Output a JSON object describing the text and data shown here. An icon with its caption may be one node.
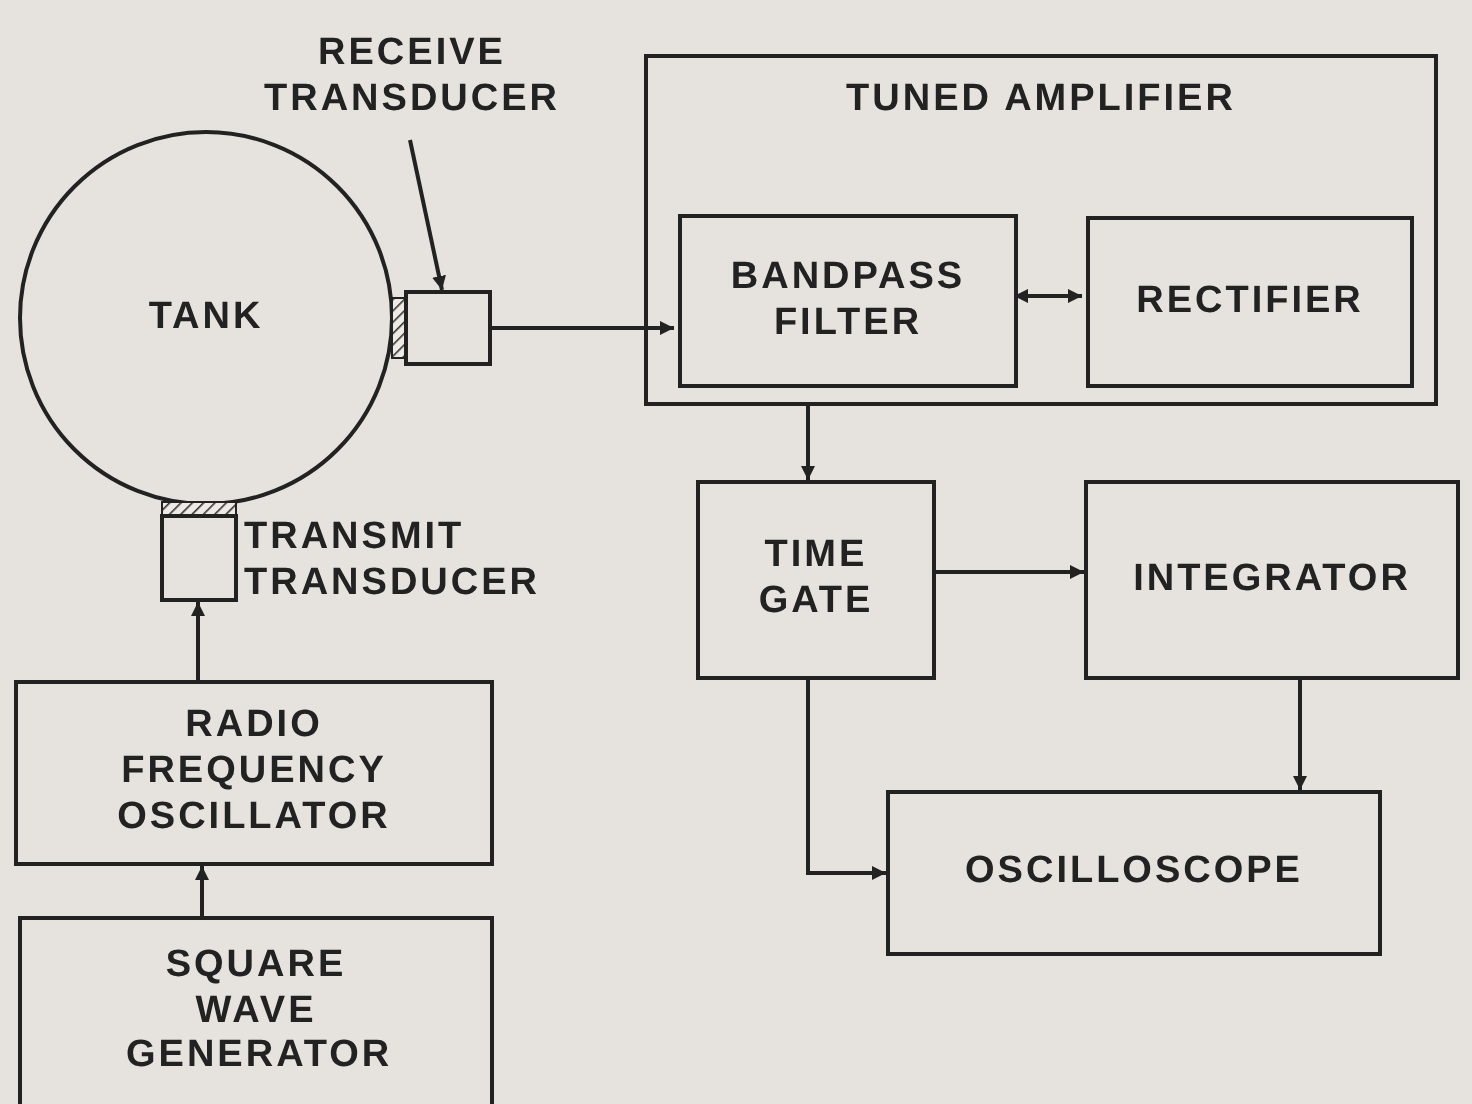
{
  "diagram": {
    "nodes": [
      {
        "text": [
          "TANK"
        ]
      },
      {
        "text": [
          "RECEIVE TRANSDUCER"
        ]
      },
      {
        "text": [],
        "shape": "box"
      },
      {
        "text": [
          "TUNED AMPLIFIER"
        ]
      },
      {
        "text": [
          "BANDPASS FILTER"
        ],
        "in": 3
      },
      {
        "text": [
          "RECTIFIER"
        ],
        "in": 3
      },
      {
        "text": [],
        "shape": "box",
        "beside": [
          "TRANSMIT TRANSDUCER"
        ]
      },
      {
        "text": [
          "TIME GATE"
        ]
      },
      {
        "text": [
          "INTEGRATOR"
        ]
      },
      {
        "text": [
          "RADIO FREQUENCY OSCILLATOR"
        ]
      },
      {
        "text": [
          "OSCILLOSCOPE"
        ]
      },
      {
        "text": [
          "SQUARE WAVE GENERATOR"
        ]
      }
    ],
    "edges": [
      {
        "from": 1,
        "to": 2,
        "arrow": "to"
      },
      {
        "from": 2,
        "to": 4,
        "arrow": "to"
      },
      {
        "from": 4,
        "to": 5,
        "arrow": "both"
      },
      {
        "from": 3,
        "to": 7,
        "arrow": "to"
      },
      {
        "from": 7,
        "to": 8,
        "arrow": "to"
      },
      {
        "from": 8,
        "to": 10,
        "arrow": "to"
      },
      {
        "from": 7,
        "to": 10,
        "arrow": "to"
      },
      {
        "from": 9,
        "to": 6,
        "arrow": "to"
      },
      {
        "from": 11,
        "to": 9,
        "arrow": "to"
      }
    ]
  }
}
